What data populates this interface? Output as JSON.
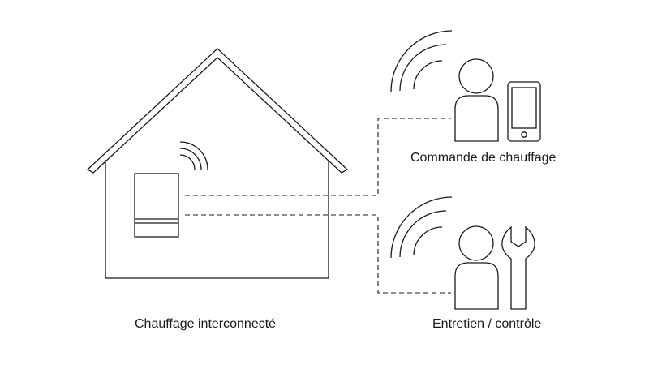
{
  "labels": {
    "house": "Chauffage interconnecté",
    "control": "Commande de chauffage",
    "maintenance": "Entretien / contrôle"
  },
  "icons": {
    "house": "house-icon",
    "boiler": "boiler-icon",
    "signal": "wifi-signal-icon",
    "person": "person-icon",
    "phone": "smartphone-icon",
    "wrench": "wrench-icon"
  },
  "colors": {
    "stroke": "#1a1a1a",
    "background": "#ffffff"
  }
}
